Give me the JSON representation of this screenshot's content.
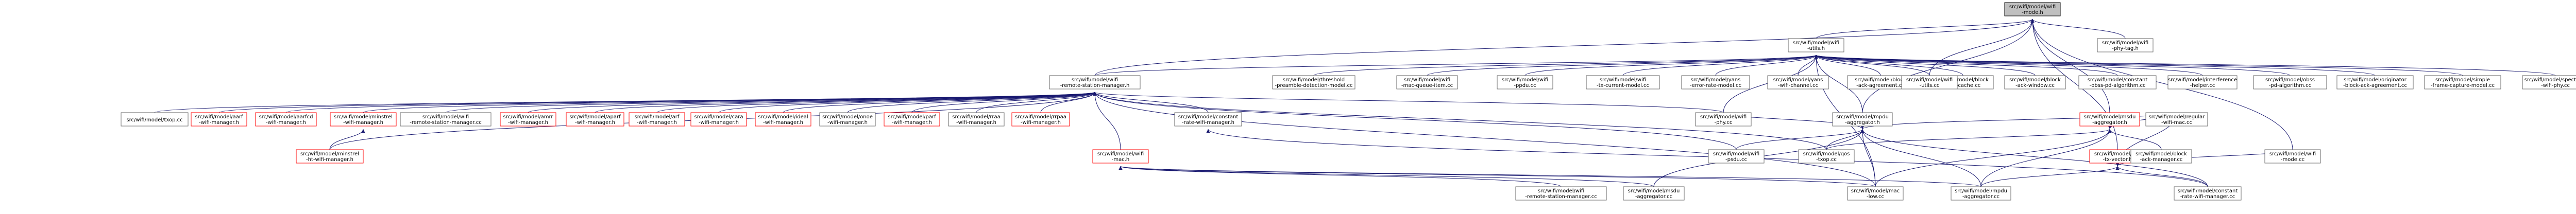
{
  "title": "src/wifi/model/wifi-mode.h",
  "colors": {
    "edge": "#191970",
    "root_fill": "#bfbfbf",
    "root_border": "#000000",
    "node_border": "#666666",
    "missing_border": "#ff0000",
    "node_fill": "#ffffff",
    "text": "#000000"
  },
  "nodes": [
    {
      "id": "wifi_mode_h",
      "lines": [
        "src/wifi/model/wifi",
        "-mode.h"
      ],
      "style": "root"
    },
    {
      "id": "wifi_utils_h",
      "lines": [
        "src/wifi/model/wifi",
        "-utils.h"
      ],
      "style": "normal"
    },
    {
      "id": "wifi_phy_tag_h",
      "lines": [
        "src/wifi/model/wifi",
        "-phy-tag.h"
      ],
      "style": "normal"
    },
    {
      "id": "rsm_h",
      "lines": [
        "src/wifi/model/wifi",
        "-remote-station-manager.h"
      ],
      "style": "normal"
    },
    {
      "id": "threshold_h",
      "lines": [
        "src/wifi/model/threshold",
        "-preamble-detection-model.cc"
      ],
      "style": "normal"
    },
    {
      "id": "mac_queue_item_cc",
      "lines": [
        "src/wifi/model/wifi",
        "-mac-queue-item.cc"
      ],
      "style": "normal"
    },
    {
      "id": "ppdu_cc",
      "lines": [
        "src/wifi/model/wifi",
        "-ppdu.cc"
      ],
      "style": "normal"
    },
    {
      "id": "txcur_cc",
      "lines": [
        "src/wifi/model/wifi",
        "-tx-current-model.cc"
      ],
      "style": "normal"
    },
    {
      "id": "yans_err_cc",
      "lines": [
        "src/wifi/model/yans",
        "-error-rate-model.cc"
      ],
      "style": "normal"
    },
    {
      "id": "yans_ch_cc",
      "lines": [
        "src/wifi/model/yans",
        "-wifi-channel.cc"
      ],
      "style": "normal"
    },
    {
      "id": "block_ack_agr_cc",
      "lines": [
        "src/wifi/model/block",
        "-ack-agreement.cc"
      ],
      "style": "normal"
    },
    {
      "id": "block_ack_cache_cc",
      "lines": [
        "src/wifi/model/block",
        "-ack-cache.cc"
      ],
      "style": "normal"
    },
    {
      "id": "block_ack_win_cc",
      "lines": [
        "src/wifi/model/block",
        "-ack-window.cc"
      ],
      "style": "normal"
    },
    {
      "id": "const_obss_cc",
      "lines": [
        "src/wifi/model/constant",
        "-obss-pd-algorithm.cc"
      ],
      "style": "normal"
    },
    {
      "id": "interf_cc",
      "lines": [
        "src/wifi/model/interference",
        "-helper.cc"
      ],
      "style": "normal"
    },
    {
      "id": "obss_pd_cc",
      "lines": [
        "src/wifi/model/obss",
        "-pd-algorithm.cc"
      ],
      "style": "normal"
    },
    {
      "id": "originator_cc",
      "lines": [
        "src/wifi/model/originator",
        "-block-ack-agreement.cc"
      ],
      "style": "normal"
    },
    {
      "id": "simple_cc",
      "lines": [
        "src/wifi/model/simple",
        "-frame-capture-model.cc"
      ],
      "style": "normal"
    },
    {
      "id": "spectrum_cc",
      "lines": [
        "src/wifi/model/spectrum",
        "-wifi-phy.cc"
      ],
      "style": "normal"
    },
    {
      "id": "mpdu_agg_h",
      "lines": [
        "src/wifi/model/mpdu",
        "-aggregator.h"
      ],
      "style": "normal"
    },
    {
      "id": "wifi_utils_cc",
      "lines": [
        "src/wifi/model/wifi",
        "-utils.cc"
      ],
      "style": "normal"
    },
    {
      "id": "msdu_agg_h",
      "lines": [
        "src/wifi/model/msdu",
        "-aggregator.h"
      ],
      "style": "missing"
    },
    {
      "id": "wifi_txvector_h",
      "lines": [
        "src/wifi/model/wifi",
        "-tx-vector.h"
      ],
      "style": "missing"
    },
    {
      "id": "txop_cc",
      "lines": [
        "src/wifi/model/txop.cc"
      ],
      "style": "normal"
    },
    {
      "id": "aarf_h",
      "lines": [
        "src/wifi/model/aarf",
        "-wifi-manager.h"
      ],
      "style": "missing"
    },
    {
      "id": "aarfcd_h",
      "lines": [
        "src/wifi/model/aarfcd",
        "-wifi-manager.h"
      ],
      "style": "missing"
    },
    {
      "id": "minstrel_h",
      "lines": [
        "src/wifi/model/minstrel",
        "-wifi-manager.h"
      ],
      "style": "missing"
    },
    {
      "id": "rsm_cc",
      "lines": [
        "src/wifi/model/wifi",
        "-remote-station-manager.cc"
      ],
      "style": "normal"
    },
    {
      "id": "amrr_h",
      "lines": [
        "src/wifi/model/amrr",
        "-wifi-manager.h"
      ],
      "style": "missing"
    },
    {
      "id": "aparf_h",
      "lines": [
        "src/wifi/model/aparf",
        "-wifi-manager.h"
      ],
      "style": "missing"
    },
    {
      "id": "arf_h",
      "lines": [
        "src/wifi/model/arf",
        "-wifi-manager.h"
      ],
      "style": "missing"
    },
    {
      "id": "cara_h",
      "lines": [
        "src/wifi/model/cara",
        "-wifi-manager.h"
      ],
      "style": "missing"
    },
    {
      "id": "ideal_h",
      "lines": [
        "src/wifi/model/ideal",
        "-wifi-manager.h"
      ],
      "style": "missing"
    },
    {
      "id": "onoe_h",
      "lines": [
        "src/wifi/model/onoe",
        "-wifi-manager.h"
      ],
      "style": "normal"
    },
    {
      "id": "parf_h",
      "lines": [
        "src/wifi/model/parf",
        "-wifi-manager.h"
      ],
      "style": "missing"
    },
    {
      "id": "rraa_h",
      "lines": [
        "src/wifi/model/rraa",
        "-wifi-manager.h"
      ],
      "style": "normal"
    },
    {
      "id": "rrpaa_h",
      "lines": [
        "src/wifi/model/rrpaa",
        "-wifi-manager.h"
      ],
      "style": "missing"
    },
    {
      "id": "mac_h",
      "lines": [
        "src/wifi/model/wifi",
        "-mac.h"
      ],
      "style": "missing"
    },
    {
      "id": "constrate_h",
      "lines": [
        "src/wifi/model/constant",
        "-rate-wifi-manager.h"
      ],
      "style": "normal"
    },
    {
      "id": "phy_cc",
      "lines": [
        "src/wifi/model/wifi",
        "-phy.cc"
      ],
      "style": "normal"
    },
    {
      "id": "ppdu_cc2",
      "lines": [
        "src/wifi/model/wifi",
        "-psdu.cc"
      ],
      "style": "normal"
    },
    {
      "id": "qos_txop_cc",
      "lines": [
        "src/wifi/model/qos",
        "-txop.cc"
      ],
      "style": "normal"
    },
    {
      "id": "regular_cc",
      "lines": [
        "src/wifi/model/regular",
        "-wifi-mac.cc"
      ],
      "style": "normal"
    },
    {
      "id": "block_ack_mgr_cc",
      "lines": [
        "src/wifi/model/block",
        "-ack-manager.cc"
      ],
      "style": "normal"
    },
    {
      "id": "wifi_mode_cc",
      "lines": [
        "src/wifi/model/wifi",
        "-mode.cc"
      ],
      "style": "normal"
    },
    {
      "id": "minstrel_ht_h",
      "lines": [
        "src/wifi/model/minstrel",
        "-ht-wifi-manager.h"
      ],
      "style": "missing"
    },
    {
      "id": "rsm_cc2",
      "lines": [
        "src/wifi/model/wifi",
        "-remote-station-manager.cc"
      ],
      "style": "normal"
    },
    {
      "id": "msdu_agg_cc",
      "lines": [
        "src/wifi/model/msdu",
        "-aggregator.cc"
      ],
      "style": "normal"
    },
    {
      "id": "mac_low_cc",
      "lines": [
        "src/wifi/model/mac",
        "-low.cc"
      ],
      "style": "normal"
    },
    {
      "id": "mpdu_agg_cc",
      "lines": [
        "src/wifi/model/mpdu",
        "-aggregator.cc"
      ],
      "style": "normal"
    },
    {
      "id": "constrate_cc",
      "lines": [
        "src/wifi/model/constant",
        "-rate-wifi-manager.cc"
      ],
      "style": "normal"
    }
  ],
  "edges": [
    [
      "wifi_mode_h",
      "wifi_utils_h"
    ],
    [
      "wifi_mode_h",
      "wifi_phy_tag_h"
    ],
    [
      "wifi_mode_h",
      "msdu_agg_h"
    ],
    [
      "wifi_mode_h",
      "wifi_txvector_h"
    ],
    [
      "wifi_mode_h",
      "mpdu_agg_h"
    ],
    [
      "wifi_mode_h",
      "wifi_utils_cc"
    ],
    [
      "wifi_mode_h",
      "wifi_mode_cc"
    ],
    [
      "wifi_mode_h",
      "rsm_h"
    ],
    [
      "wifi_utils_h",
      "rsm_h"
    ],
    [
      "wifi_utils_h",
      "threshold_h"
    ],
    [
      "wifi_utils_h",
      "mac_queue_item_cc"
    ],
    [
      "wifi_utils_h",
      "ppdu_cc"
    ],
    [
      "wifi_utils_h",
      "txcur_cc"
    ],
    [
      "wifi_utils_h",
      "yans_err_cc"
    ],
    [
      "wifi_utils_h",
      "yans_ch_cc"
    ],
    [
      "wifi_utils_h",
      "block_ack_agr_cc"
    ],
    [
      "wifi_utils_h",
      "block_ack_cache_cc"
    ],
    [
      "wifi_utils_h",
      "block_ack_win_cc"
    ],
    [
      "wifi_utils_h",
      "const_obss_cc"
    ],
    [
      "wifi_utils_h",
      "interf_cc"
    ],
    [
      "wifi_utils_h",
      "obss_pd_cc"
    ],
    [
      "wifi_utils_h",
      "originator_cc"
    ],
    [
      "wifi_utils_h",
      "simple_cc"
    ],
    [
      "wifi_utils_h",
      "spectrum_cc"
    ],
    [
      "wifi_utils_h",
      "mpdu_agg_h"
    ],
    [
      "wifi_utils_h",
      "wifi_utils_cc"
    ],
    [
      "wifi_utils_h",
      "mac_low_cc"
    ],
    [
      "wifi_utils_h",
      "phy_cc"
    ],
    [
      "rsm_h",
      "txop_cc"
    ],
    [
      "rsm_h",
      "aarf_h"
    ],
    [
      "rsm_h",
      "aarfcd_h"
    ],
    [
      "rsm_h",
      "minstrel_h"
    ],
    [
      "rsm_h",
      "rsm_cc"
    ],
    [
      "rsm_h",
      "amrr_h"
    ],
    [
      "rsm_h",
      "aparf_h"
    ],
    [
      "rsm_h",
      "arf_h"
    ],
    [
      "rsm_h",
      "cara_h"
    ],
    [
      "rsm_h",
      "ideal_h"
    ],
    [
      "rsm_h",
      "onoe_h"
    ],
    [
      "rsm_h",
      "parf_h"
    ],
    [
      "rsm_h",
      "rraa_h"
    ],
    [
      "rsm_h",
      "rrpaa_h"
    ],
    [
      "rsm_h",
      "mac_h"
    ],
    [
      "rsm_h",
      "constrate_h"
    ],
    [
      "rsm_h",
      "phy_cc"
    ],
    [
      "rsm_h",
      "ppdu_cc2"
    ],
    [
      "rsm_h",
      "qos_txop_cc"
    ],
    [
      "rsm_h",
      "minstrel_ht_h"
    ],
    [
      "rsm_h",
      "mac_low_cc"
    ],
    [
      "minstrel_h",
      "minstrel_ht_h"
    ],
    [
      "mac_h",
      "rsm_cc2"
    ],
    [
      "mac_h",
      "msdu_agg_cc"
    ],
    [
      "mac_h",
      "mac_low_cc"
    ],
    [
      "mac_h",
      "mpdu_agg_cc"
    ],
    [
      "constrate_h",
      "constrate_cc"
    ],
    [
      "mpdu_agg_h",
      "phy_cc"
    ],
    [
      "mpdu_agg_h",
      "ppdu_cc2"
    ],
    [
      "mpdu_agg_h",
      "qos_txop_cc"
    ],
    [
      "mpdu_agg_h",
      "regular_cc"
    ],
    [
      "mpdu_agg_h",
      "msdu_agg_cc"
    ],
    [
      "mpdu_agg_h",
      "mac_low_cc"
    ],
    [
      "mpdu_agg_h",
      "mpdu_agg_cc"
    ],
    [
      "mpdu_agg_h",
      "constrate_cc"
    ],
    [
      "msdu_agg_h",
      "regular_cc"
    ],
    [
      "msdu_agg_h",
      "block_ack_mgr_cc"
    ],
    [
      "msdu_agg_h",
      "mac_low_cc"
    ],
    [
      "msdu_agg_h",
      "mpdu_agg_cc"
    ],
    [
      "msdu_agg_h",
      "qos_txop_cc"
    ],
    [
      "wifi_txvector_h",
      "wifi_mode_cc"
    ],
    [
      "wifi_txvector_h",
      "regular_cc"
    ],
    [
      "wifi_txvector_h",
      "block_ack_mgr_cc"
    ],
    [
      "wifi_txvector_h",
      "mpdu_agg_cc"
    ],
    [
      "wifi_txvector_h",
      "constrate_cc"
    ]
  ]
}
